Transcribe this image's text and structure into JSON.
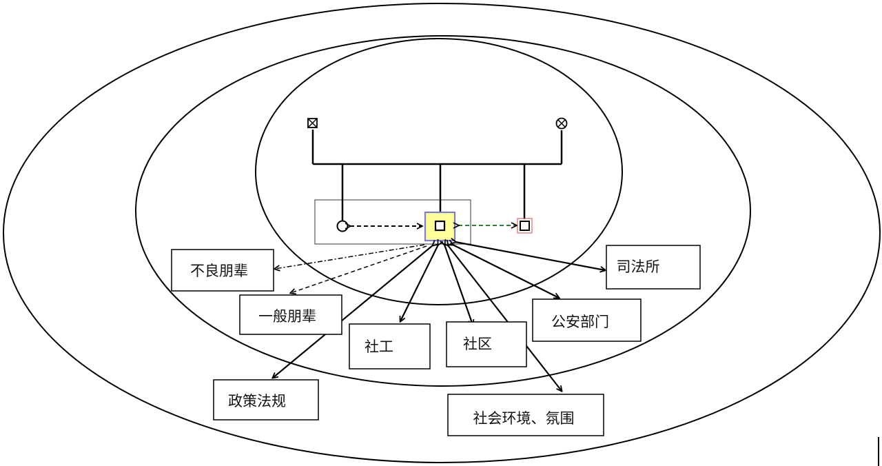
{
  "nodes": {
    "bad_peers": "不良朋辈",
    "general_peers": "一般朋辈",
    "social_worker": "社工",
    "community": "社区",
    "judicial_office": "司法所",
    "public_security": "公安部门",
    "policy_laws": "政策法规",
    "social_environment": "社会环境、氛围"
  },
  "colors": {
    "client_fill": "#fefe9a",
    "client_border": "#7b7bdd",
    "sibling_border": "#d46a6a",
    "dashed_arrow_green": "#2e7d32"
  }
}
